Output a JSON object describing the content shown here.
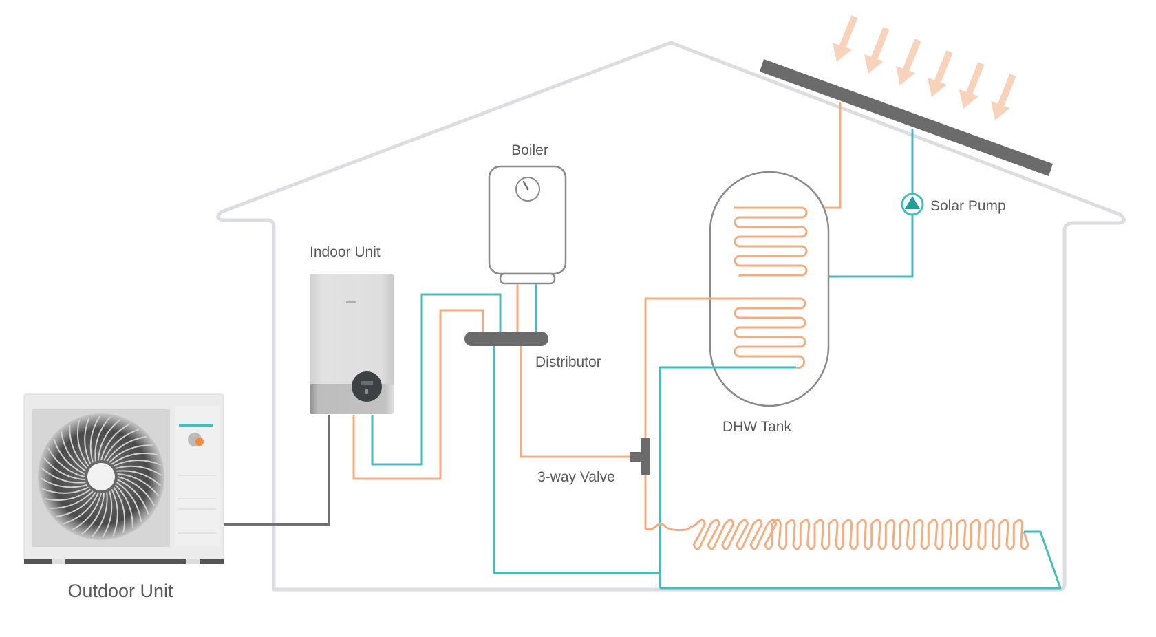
{
  "diagram": {
    "title": "Heat pump system with solar thermal, boiler and DHW tank",
    "labels": {
      "outdoor_unit": "Outdoor Unit",
      "indoor_unit": "Indoor Unit",
      "boiler": "Boiler",
      "distributor": "Distributor",
      "three_way_valve": "3-way Valve",
      "dhw_tank": "DHW Tank",
      "solar_pump": "Solar Pump"
    },
    "components": [
      {
        "id": "outdoor-unit",
        "label": "Outdoor Unit",
        "icon": "heat-pump-fan-icon"
      },
      {
        "id": "indoor-unit",
        "label": "Indoor Unit",
        "icon": "hydro-unit-icon"
      },
      {
        "id": "boiler",
        "label": "Boiler",
        "icon": "gauge-icon"
      },
      {
        "id": "distributor",
        "label": "Distributor"
      },
      {
        "id": "three-way-valve",
        "label": "3-way Valve"
      },
      {
        "id": "dhw-tank",
        "label": "DHW Tank",
        "coils": 2
      },
      {
        "id": "solar-panel",
        "label": "",
        "icon": "solar-collector-icon"
      },
      {
        "id": "solar-pump",
        "label": "Solar Pump",
        "icon": "pump-triangle-icon"
      },
      {
        "id": "floor-heating",
        "label": "",
        "icon": "underfloor-coil-icon"
      }
    ],
    "sun_arrows": 6,
    "legend_colors": {
      "hot_flow": "#f5ad80",
      "return_flow": "#45bdbd",
      "refrigerant_cable": "#707070",
      "house_outline": "#dcdde2",
      "sun_rays": "#f8d3bb",
      "fixtures": "#6b6b6b"
    }
  }
}
